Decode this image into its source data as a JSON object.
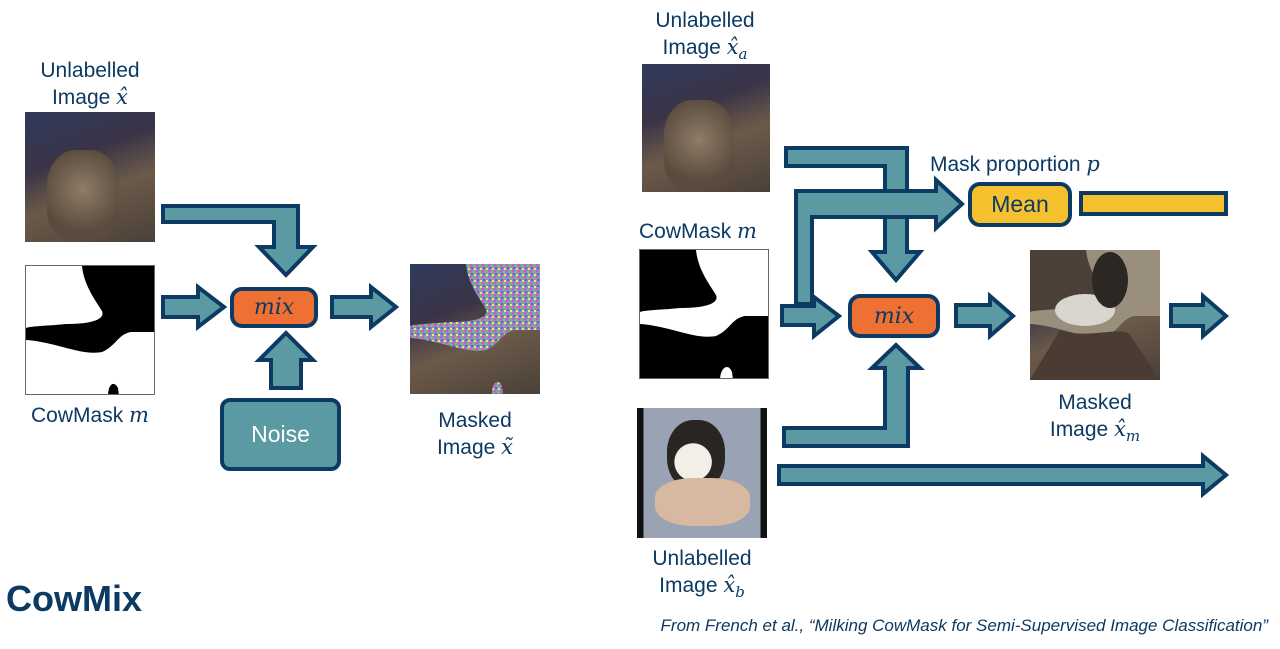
{
  "title": "CowMix",
  "citation": "From French et al., “Milking CowMask for Semi-Supervised Image Classification”",
  "colors": {
    "navy": "#0d3a63",
    "teal": "#5b9aa3",
    "orange": "#ef7033",
    "yellow": "#f6c12f"
  },
  "left": {
    "input_label_line1": "Unlabelled",
    "input_label_line2": "Image ",
    "input_symbol": "x̂",
    "mask_label": "CowMask ",
    "mask_symbol": "m",
    "mix_label": "mix",
    "noise_label": "Noise",
    "output_label_line1": "Masked",
    "output_label_line2": "Image ",
    "output_symbol": "x̃"
  },
  "right": {
    "input_a_line1": "Unlabelled",
    "input_a_line2": "Image ",
    "input_a_symbol": "x̂",
    "input_a_sub": "a",
    "mask_label": "CowMask ",
    "mask_symbol": "m",
    "mean_label": "Mean",
    "proportion_label": "Mask proportion ",
    "proportion_symbol": "p",
    "mix_label": "mix",
    "output_line1": "Masked",
    "output_line2": "Image ",
    "output_symbol": "x̂",
    "output_sub": "m",
    "input_b_line1": "Unlabelled",
    "input_b_line2": "Image ",
    "input_b_symbol": "x̂",
    "input_b_sub": "b"
  }
}
